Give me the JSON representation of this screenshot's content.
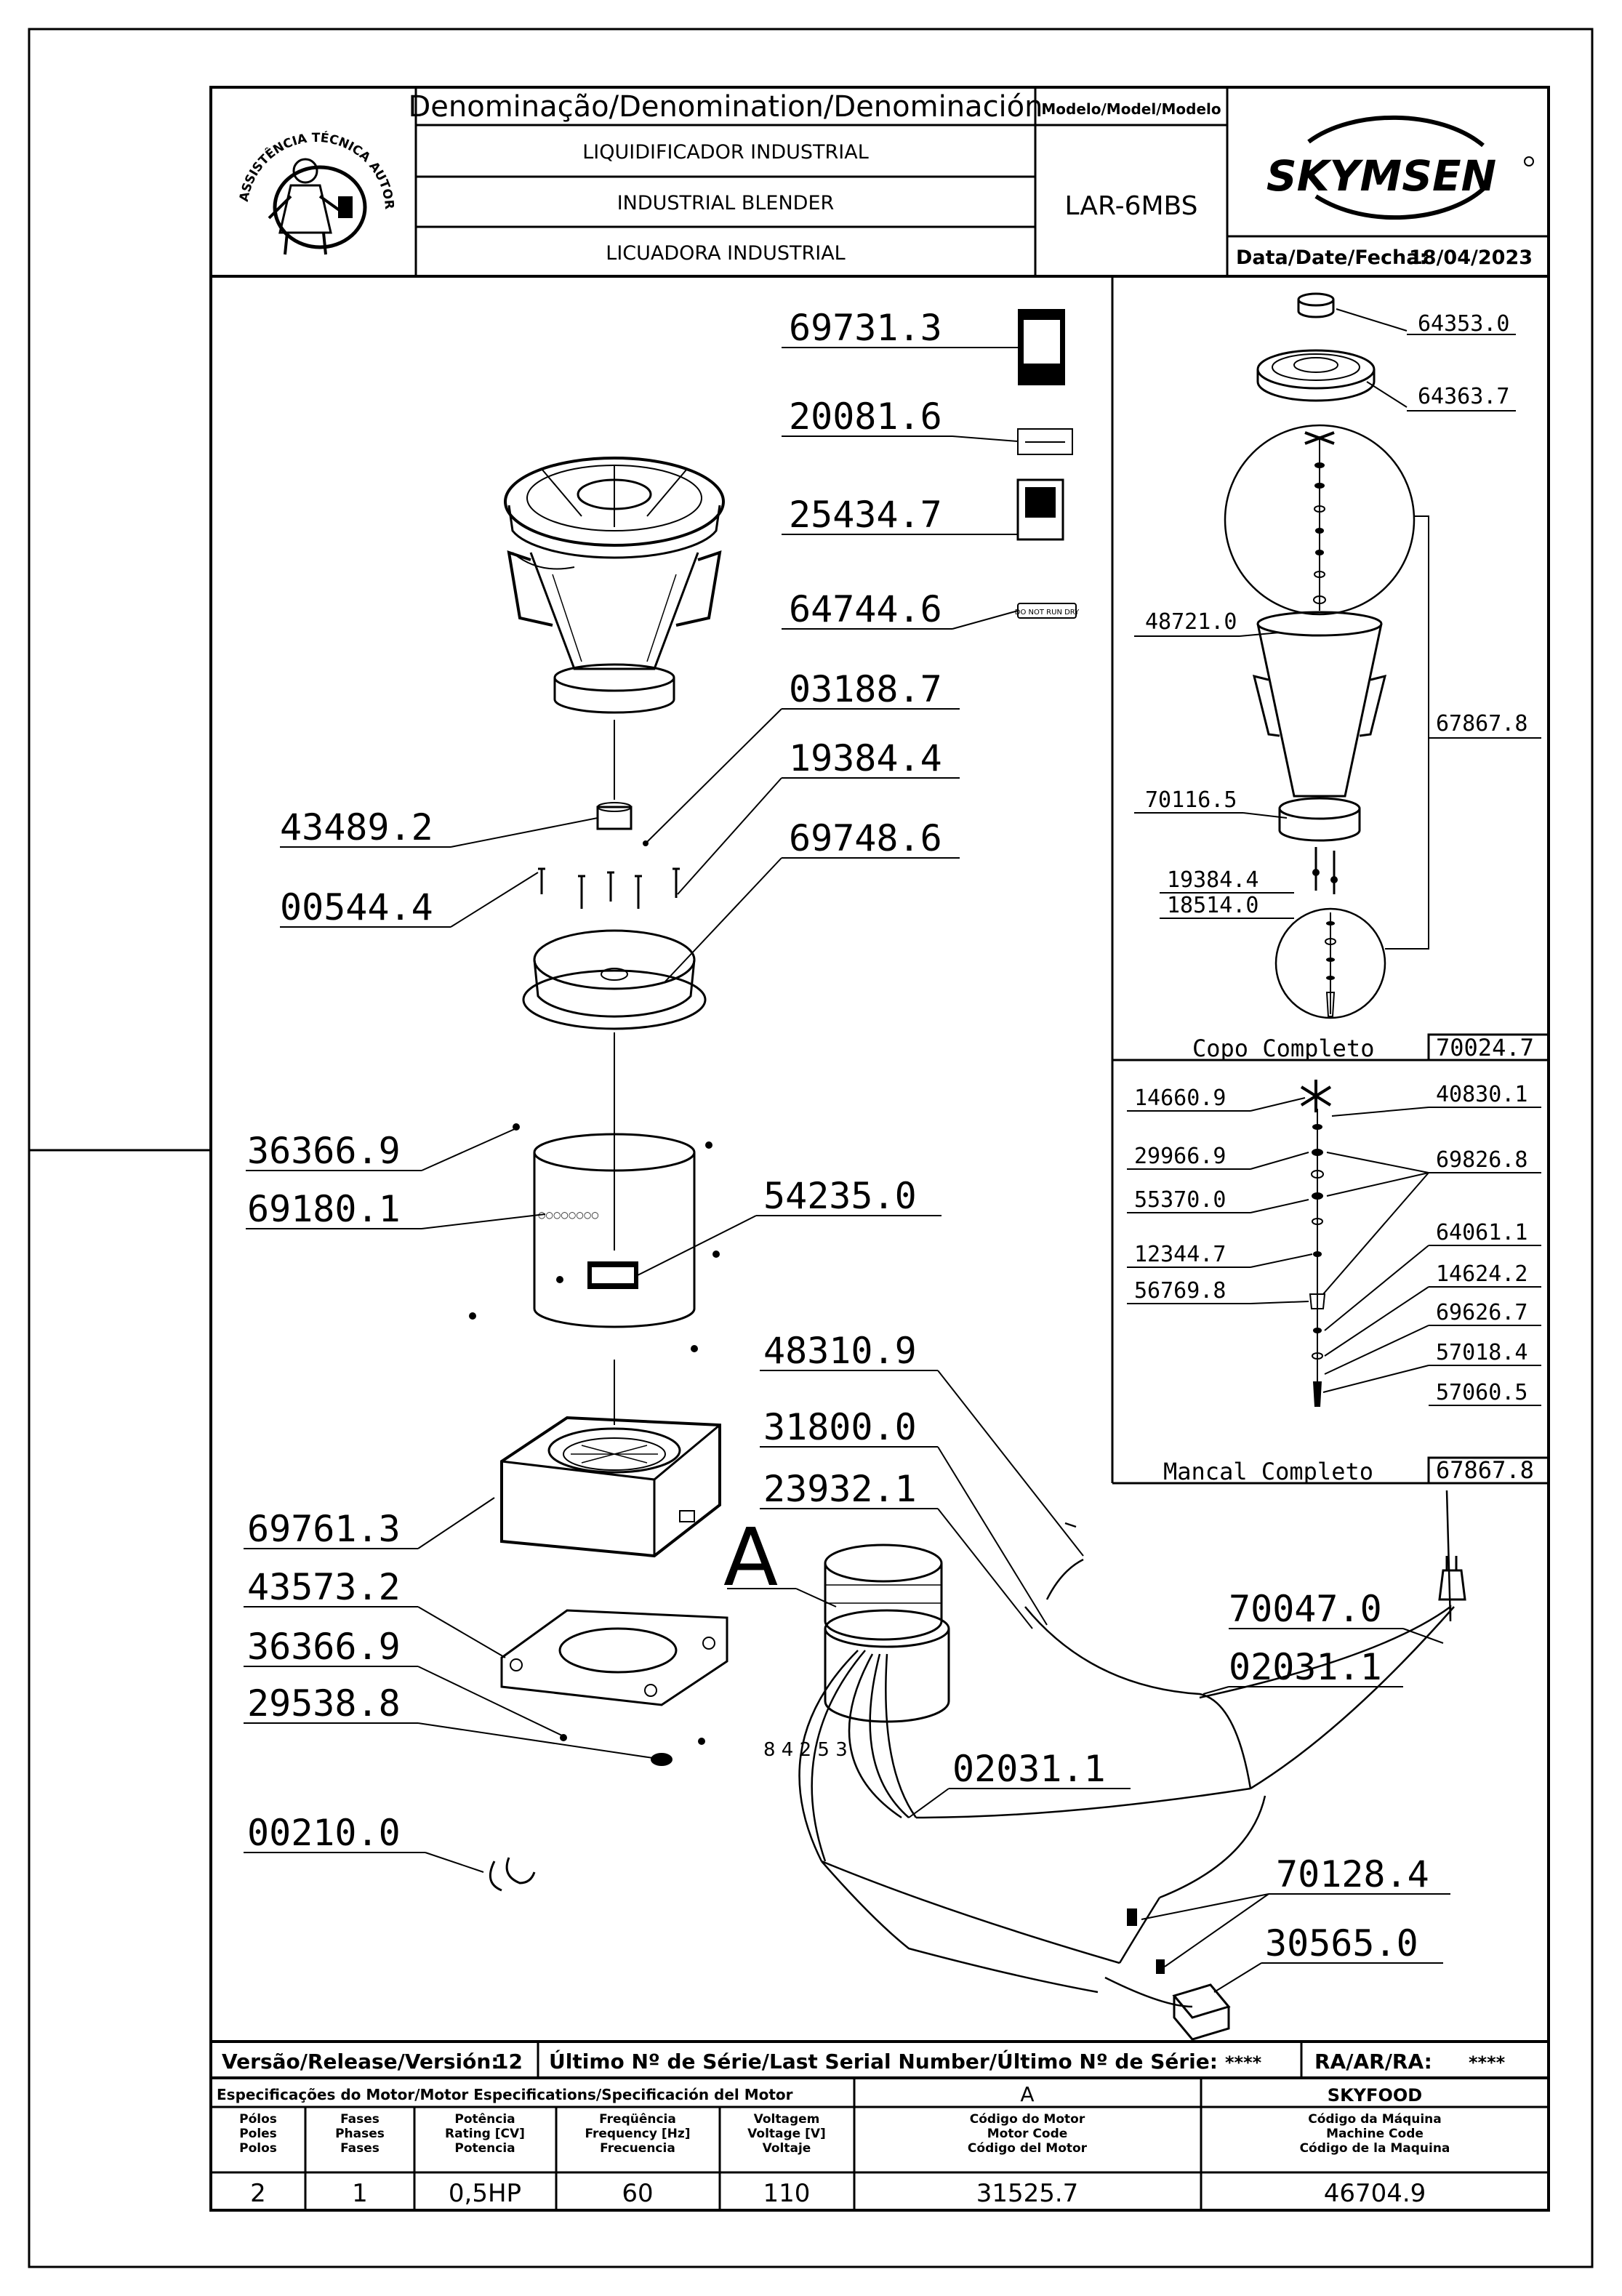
{
  "header": {
    "denomination_title": "Denominação/Denomination/Denominación",
    "model_title": "Modelo/Model/Modelo",
    "name_pt": "LIQUIDIFICADOR INDUSTRIAL",
    "name_en": "INDUSTRIAL BLENDER",
    "name_es": "LICUADORA INDUSTRIAL",
    "model": "LAR-6MBS",
    "brand": "SKYMSEN",
    "date_label": "Data/Date/Fecha:",
    "date": "18/04/2023",
    "seal_text": "ASSISTÊNCIA TÉCNICA AUTORIZADA"
  },
  "parts_main": {
    "p69731": "69731.3",
    "p20081": "20081.6",
    "p25434": "25434.7",
    "p64744": "64744.6",
    "p03188": "03188.7",
    "p19384": "19384.4",
    "p43489": "43489.2",
    "p69748": "69748.6",
    "p00544": "00544.4",
    "p36366a": "36366.9",
    "p69180": "69180.1",
    "p54235": "54235.0",
    "p48310": "48310.9",
    "p31800": "31800.0",
    "p23932": "23932.1",
    "p69761": "69761.3",
    "p43573": "43573.2",
    "p36366b": "36366.9",
    "p29538": "29538.8",
    "p00210": "00210.0",
    "p70047": "70047.0",
    "p02031a": "02031.1",
    "p02031b": "02031.1",
    "p70128": "70128.4",
    "p30565": "30565.0",
    "detail_letter": "A",
    "wire_numbers": "8 4 2 5 3",
    "sticker_text": "DO NOT RUN DRY"
  },
  "copo": {
    "p64353": "64353.0",
    "p64363": "64363.7",
    "p48721": "48721.0",
    "p67867a": "67867.8",
    "p70116": "70116.5",
    "p19384": "19384.4",
    "p18514": "18514.0",
    "title": "Copo Completo",
    "code": "70024.7"
  },
  "mancal": {
    "p14660": "14660.9",
    "p40830": "40830.1",
    "p29966": "29966.9",
    "p69826": "69826.8",
    "p55370": "55370.0",
    "p64061": "64061.1",
    "p12344": "12344.7",
    "p14624": "14624.2",
    "p56769": "56769.8",
    "p69626": "69626.7",
    "p57018": "57018.4",
    "p57060": "57060.5",
    "title": "Mancal Completo",
    "code": "67867.8"
  },
  "footer": {
    "version_label": "Versão/Release/Versión:",
    "version": "12",
    "serial_label": "Último Nº de Série/Last Serial Number/Último Nº de Série:",
    "serial": "****",
    "ra_label": "RA/AR/RA:",
    "ra": "****",
    "motor_spec_title": "Especificações do Motor/Motor Especifications/Specificación del Motor",
    "motor_code_letter": "A",
    "brand_name": "SKYFOOD",
    "col_poles": [
      "Pólos",
      "Poles",
      "Polos"
    ],
    "col_phases": [
      "Fases",
      "Phases",
      "Fases"
    ],
    "col_power": [
      "Potência",
      "Rating [CV]",
      "Potencia"
    ],
    "col_freq": [
      "Freqüência",
      "Frequency [Hz]",
      "Frecuencia"
    ],
    "col_voltage": [
      "Voltagem",
      "Voltage [V]",
      "Voltaje"
    ],
    "col_motor_code": [
      "Código do Motor",
      "Motor Code",
      "Código del Motor"
    ],
    "col_machine_code": [
      "Código da Máquina",
      "Machine Code",
      "Código de la Maquina"
    ],
    "poles": "2",
    "phases": "1",
    "power": "0,5HP",
    "frequency": "60",
    "voltage": "110",
    "motor_code": "31525.7",
    "machine_code": "46704.9"
  }
}
